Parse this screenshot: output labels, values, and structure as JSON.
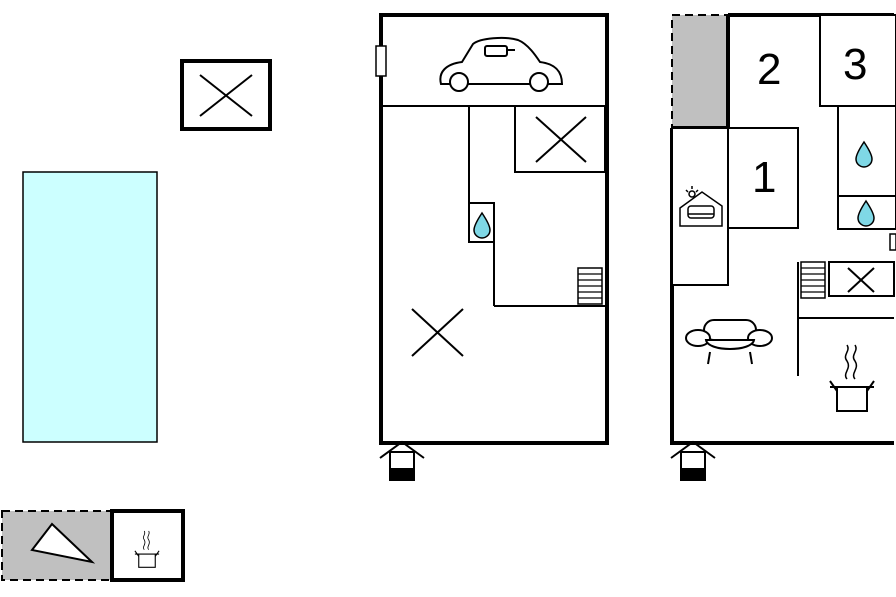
{
  "floorplan": {
    "room_labels": {
      "room_1": "1",
      "room_2": "2",
      "room_3": "3"
    },
    "features": {
      "pool": "pool",
      "garage": "car-icon",
      "terrace": "shaded-terrace",
      "bbq": "cooking-pot-icon",
      "entrance": "entrance-icon",
      "stairs": "stairs-icon",
      "bathroom": "water-drop-icon",
      "living": "sofa-icon",
      "kitchen": "cooking-pot-icon",
      "sauna": "sauna-icon"
    },
    "colors": {
      "pool": "#ccffff",
      "terrace": "#c0c0c0",
      "line": "#000000",
      "drop": "#7fd8e6"
    }
  }
}
